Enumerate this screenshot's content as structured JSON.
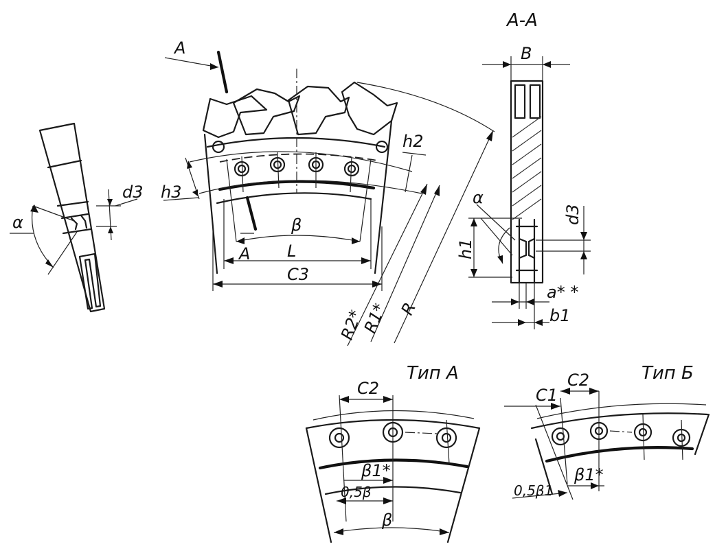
{
  "labels": {
    "section_title": "A-A",
    "section_mark": "A",
    "alpha": "α",
    "d3": "d3",
    "h2": "h2",
    "h3": "h3",
    "beta": "β",
    "L": "L",
    "C3": "C3",
    "R2": "R2*",
    "R1": "R1*",
    "R": "R",
    "B": "B",
    "h1": "h1",
    "a": "a* *",
    "b1": "b1",
    "type_a": "Тип А",
    "type_b": "Тип Б",
    "C1": "C1",
    "C2": "C2",
    "beta1": "β1*",
    "half_beta": "0,5β",
    "half_beta1": "0,5β1"
  }
}
